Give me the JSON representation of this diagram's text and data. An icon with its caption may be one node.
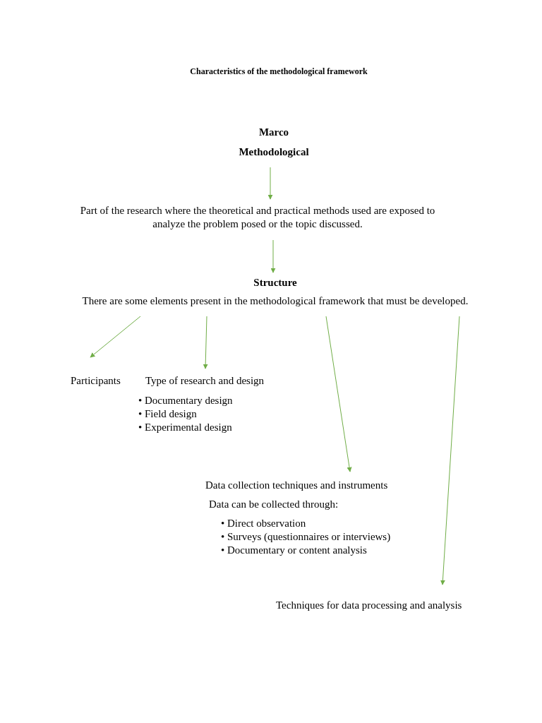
{
  "diagram": {
    "title": "Characteristics of the methodological framework",
    "nodes": [
      {
        "text": [
          "Marco",
          "Methodological"
        ]
      },
      {
        "text": [
          "Part of the research where the theoretical and practical methods used are exposed to analyze the problem posed or the topic discussed."
        ]
      },
      {
        "text": [
          "Structure",
          "There are some elements present in the methodological framework that must be developed."
        ]
      },
      {
        "text": [
          "Participants"
        ]
      },
      {
        "text": [
          "Type of research and design",
          "• Documentary design",
          "• Field design",
          "• Experimental design"
        ]
      },
      {
        "text": [
          "Data collection techniques and instruments",
          "Data can be collected through:",
          "• Direct observation",
          "• Surveys (questionnaires or interviews)",
          "• Documentary or content analysis"
        ]
      },
      {
        "text": [
          "Techniques for data processing and analysis"
        ]
      }
    ],
    "edges": [
      {
        "from": 0,
        "to": 1,
        "arrow": "to"
      },
      {
        "from": 1,
        "to": 2,
        "arrow": "to"
      },
      {
        "from": 2,
        "to": 3,
        "arrow": "to"
      },
      {
        "from": 2,
        "to": 4,
        "arrow": "to"
      },
      {
        "from": 2,
        "to": 5,
        "arrow": "to"
      },
      {
        "from": 2,
        "to": 6,
        "arrow": "to"
      }
    ]
  }
}
